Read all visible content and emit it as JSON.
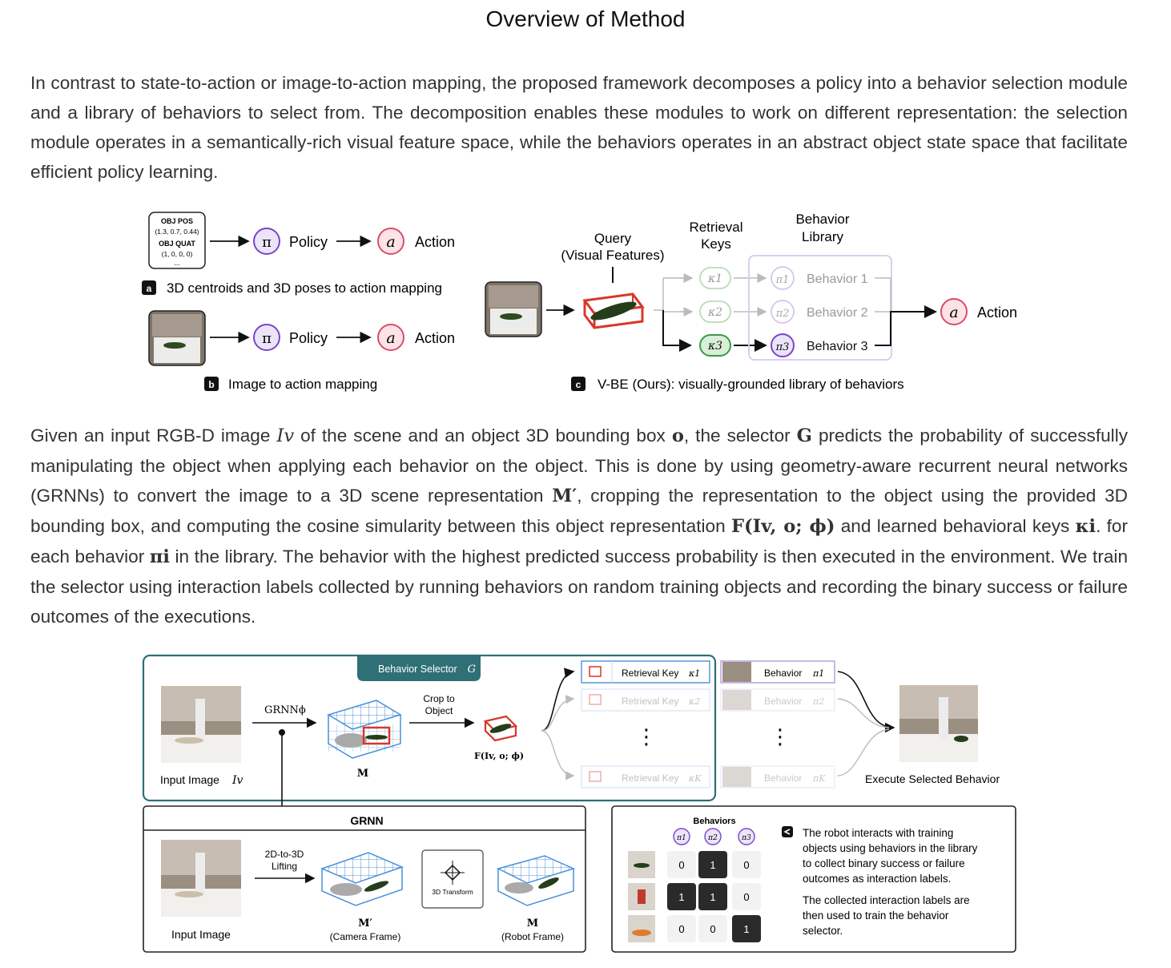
{
  "page": {
    "title": "Overview of Method"
  },
  "intro": {
    "text": "In contrast to state-to-action or image-to-action mapping, the proposed framework decomposes a policy into a behavior selection module and a library of behaviors to select from. The decomposition enables these modules to work on different representation: the selection module operates in a semantically-rich visual feature space, while the behaviors operates in an abstract object state space that facilitate efficient policy learning."
  },
  "figure1": {
    "obj_box": {
      "l1": "OBJ POS",
      "l2": "(1.3, 0.7, 0.44)",
      "l3": "OBJ QUAT",
      "l4": "(1, 0, 0, 0)",
      "l5": "..."
    },
    "policy": "Policy",
    "action": "Action",
    "pi": "π",
    "a": "a",
    "caption_a_letter": "a",
    "caption_a": "3D centroids and 3D poses to action mapping",
    "caption_b_letter": "b",
    "caption_b": "Image to action mapping",
    "caption_c_letter": "c",
    "caption_c": "V-BE (Ours): visually-grounded library of behaviors",
    "query": "Query",
    "query_sub": "(Visual Features)",
    "retrieval": "Retrieval",
    "keys": "Keys",
    "behavior": "Behavior",
    "library": "Library",
    "key1": "κ1",
    "key2": "κ2",
    "key3": "κ3",
    "pi1": "π1",
    "pi2": "π2",
    "pi3": "π3",
    "beh1": "Behavior 1",
    "beh2": "Behavior 2",
    "beh3": "Behavior 3"
  },
  "body": {
    "p1": "Given an input RGB-D image",
    "Iv": "Iv",
    "p2": "of the scene and an object 3D bounding box",
    "o": "o",
    "p3": ", the selector",
    "G": "G",
    "p4": "predicts the probability of successfully manipulating the object when applying each behavior on the object. This is done by using geometry-aware recurrent neural networks (GRNNs) to convert the image to a 3D scene representation",
    "Mp": "M′",
    "p5": ", cropping the representation to the object using the provided 3D bounding box, and computing the cosine simularity between this object representation",
    "F": "F(Iv, o; ϕ)",
    "p6": "and learned behavioral keys",
    "ki": "κi",
    "p7": ". for each behavior",
    "pii": "πi",
    "p8": "in the library. The behavior with the highest predicted success probability is then executed in the environment. We train the selector using interaction labels collected by running behaviors on random training objects and recording the binary success or failure outcomes of the executions."
  },
  "figure2": {
    "selector_title": "Behavior Selector",
    "selector_G": "G",
    "grnn_phi": "GRNNϕ",
    "input_image": "Input Image",
    "input_image_Iv": "Iv",
    "M": "M",
    "crop1": "Crop to",
    "crop2": "Object",
    "F": "F(Iv, o; ϕ)",
    "rk1": "Retrieval Key",
    "rk1_sym": "κ1",
    "rk2": "Retrieval Key",
    "rk2_sym": "κ2",
    "rkK": "Retrieval Key",
    "rkK_sym": "κK",
    "b1": "Behavior",
    "b1_sym": "π1",
    "b2": "Behavior",
    "b2_sym": "π2",
    "bK": "Behavior",
    "bK_sym": "πK",
    "dots": "⋮",
    "execute": "Execute Selected Behavior",
    "grnn_title": "GRNN",
    "lift1": "2D-to-3D",
    "lift2": "Lifting",
    "input_image2": "Input Image",
    "Mprime": "M′",
    "cam_frame": "(Camera Frame)",
    "transform": "3D Transform",
    "M2": "M",
    "robot_frame": "(Robot Frame)",
    "behaviors": "Behaviors",
    "col_pi": [
      "π1",
      "π2",
      "π3"
    ],
    "matrix": [
      [
        "0",
        "1",
        "0"
      ],
      [
        "1",
        "1",
        "0"
      ],
      [
        "0",
        "0",
        "1"
      ]
    ],
    "note1": "The robot interacts with training objects using behaviors in the library to collect binary success or failure outcomes as interaction labels.",
    "note1_lines": [
      "The robot interacts with training",
      "objects using behaviors in the library",
      "to collect binary success or failure",
      "outcomes as interaction labels."
    ],
    "note2_lines": [
      "The collected interaction labels are",
      "then used to train the behavior",
      "selector."
    ]
  },
  "colors": {
    "accent_pink": "#d94c6e",
    "accent_purple": "#7a45c9",
    "accent_green": "#3a9a48",
    "teal": "#2f6f76",
    "grid_blue": "#4a90d9",
    "red_box": "#d8372a"
  }
}
